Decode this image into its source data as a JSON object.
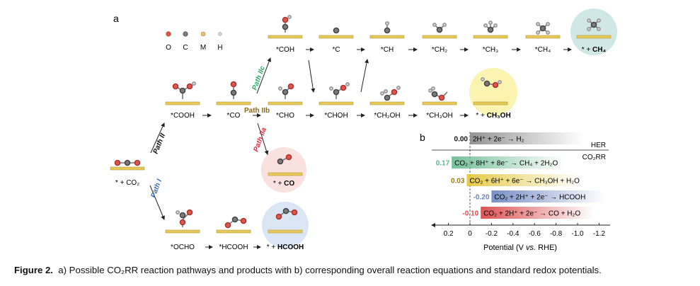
{
  "panels": {
    "a": "a",
    "b": "b"
  },
  "legend": {
    "O": "O",
    "C": "C",
    "M": "M",
    "H": "H"
  },
  "colors": {
    "O": "#e0574a",
    "C": "#7c7c7c",
    "M": "#e9c46a",
    "H": "#d6d6d6",
    "surface": "#e6c95a",
    "pathI": "#3d6fc0",
    "pathII": "#111111",
    "pathIIa": "#d9364a",
    "pathIIb": "#8a6a1b",
    "pathIIc": "#3aa76d",
    "glowCH4": "#cfe8e5",
    "glowCH3OH": "#fbf3b0",
    "glowCO": "#fbe0e0",
    "glowHCOOH": "#dbe6f4"
  },
  "paths": {
    "I": "Path I",
    "II": "Path II",
    "IIa": "Path IIa",
    "IIb": "Path IIb",
    "IIc": "Path IIc"
  },
  "intermediates": {
    "start": "* + CO₂",
    "COOH": "*COOH",
    "CO": "*CO",
    "COH": "*COH",
    "C": "*C",
    "CH": "*CH",
    "CH2": "*CH₂",
    "CH3": "*CH₃",
    "CH4": "*CH₄",
    "CHO": "*CHO",
    "CHOH": "*CHOH",
    "CH2OH": "*CH₂OH",
    "CH3OH": "*CH₃OH",
    "OCHO": "*OCHO",
    "HCOOH_ads": "*HCOOH"
  },
  "products": {
    "CH4": {
      "prefix": "* + ",
      "name": "CH₄"
    },
    "CH3OH": {
      "prefix": "* + ",
      "name": "CH₃OH"
    },
    "CO": {
      "prefix": "* + ",
      "name": "CO"
    },
    "HCOOH": {
      "prefix": "* + ",
      "name": "HCOOH"
    }
  },
  "chart_data": {
    "type": "bar",
    "xlabel": "Potential (V vs. RHE)",
    "ticks": [
      "0.2",
      "0",
      "-0.2",
      "-0.4",
      "-0.6",
      "-0.8",
      "-1.0",
      "-1.2"
    ],
    "xlim": [
      0.3,
      -1.3
    ],
    "labels": {
      "her": "HER",
      "co2rr": "CO₂RR"
    },
    "series": [
      {
        "potential": 0.0,
        "potential_label": "0.00",
        "reaction": "2H⁺ + 2e⁻ → H₂",
        "color": "#8f8f8f"
      },
      {
        "potential": 0.17,
        "potential_label": "0.17",
        "reaction": "CO₂ + 8H⁺ + 8e⁻ → CH₄ + 2H₂O",
        "color": "#5fb58a"
      },
      {
        "potential": 0.03,
        "potential_label": "0.03",
        "reaction": "CO₂ + 6H⁺ + 6e⁻ → CH₃OH + H₂O",
        "color": "#e3c433"
      },
      {
        "potential": -0.2,
        "potential_label": "-0.20",
        "reaction": "CO₂ + 2H⁺ + 2e⁻ → HCOOH",
        "color": "#6a84c0"
      },
      {
        "potential": -0.1,
        "potential_label": "-0.10",
        "reaction": "CO₂ + 2H⁺ + 2e⁻ → CO + H₂O",
        "color": "#dc4a4a"
      }
    ]
  },
  "caption": {
    "label": "Figure 2.",
    "text": "a) Possible CO₂RR reaction pathways and products with b) corresponding overall reaction equations and standard redox potentials."
  }
}
